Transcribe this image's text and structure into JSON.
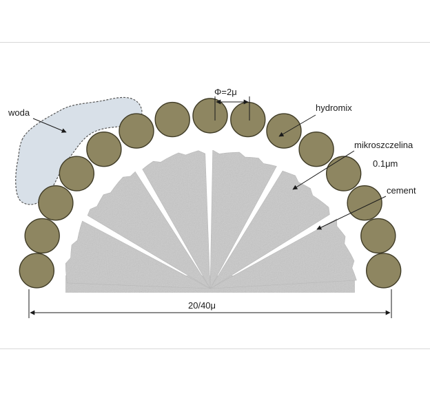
{
  "labels": {
    "water": "woda",
    "particle_diameter": "Φ=2μ",
    "hydromix": "hydromix",
    "microcrack": "mikroszczelina",
    "microcrack_size": "0.1μm",
    "cement": "cement",
    "width": "20/40μ"
  },
  "colors": {
    "particle": "#8e8661",
    "particle_stroke": "#3f3b26",
    "cement": "#c9c9c9",
    "water": "#d8e0e8",
    "water_stroke": "#555555",
    "line": "#1a1a1a"
  },
  "icons": {
    "particle": "circle",
    "water": "blob",
    "arrow": "arrowhead"
  }
}
